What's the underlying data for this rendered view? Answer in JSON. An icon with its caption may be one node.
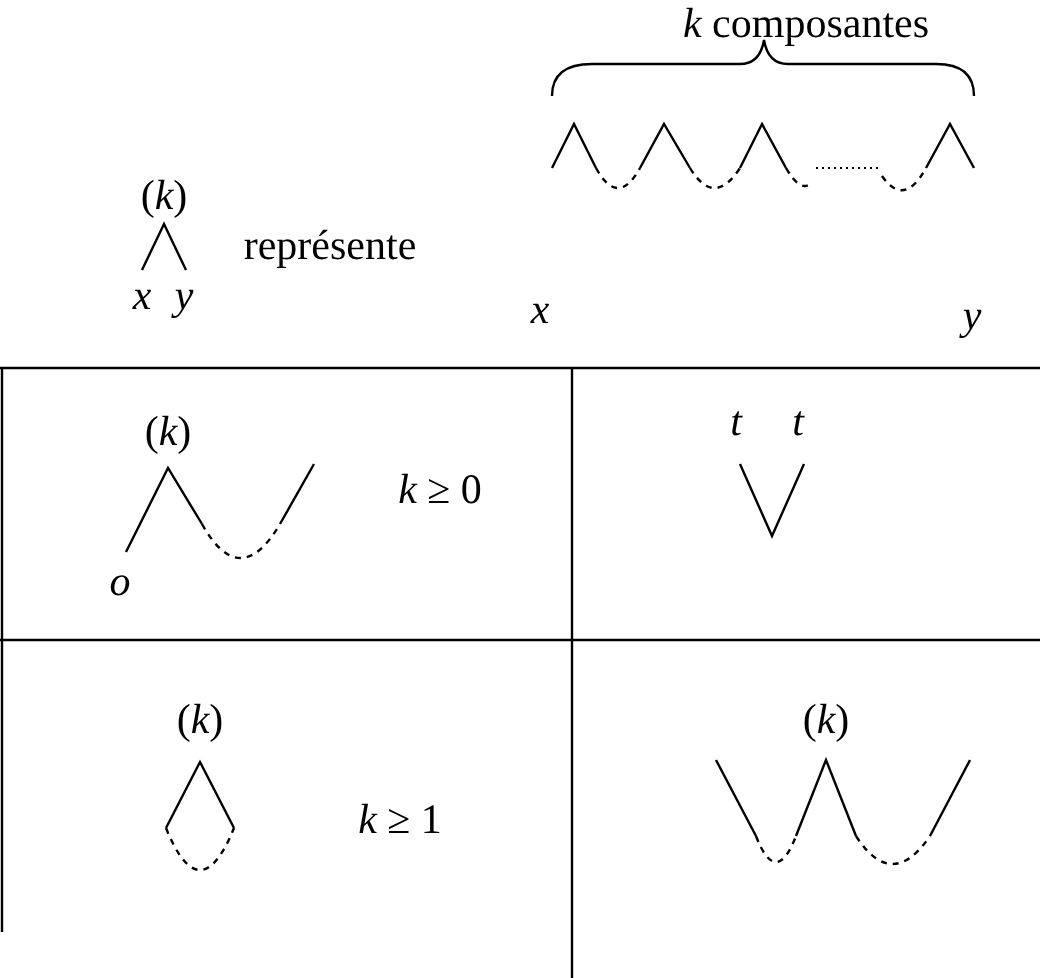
{
  "diagram": {
    "labels": [
      "(*k*)",
      "x",
      "y",
      "représente",
      "*k* composantes",
      "x",
      "y",
      "(*k*)",
      "*k* ≥ 0",
      "o",
      "t",
      "t",
      "(*k*)",
      "*k* ≥ 1",
      "(*k*)"
    ]
  }
}
